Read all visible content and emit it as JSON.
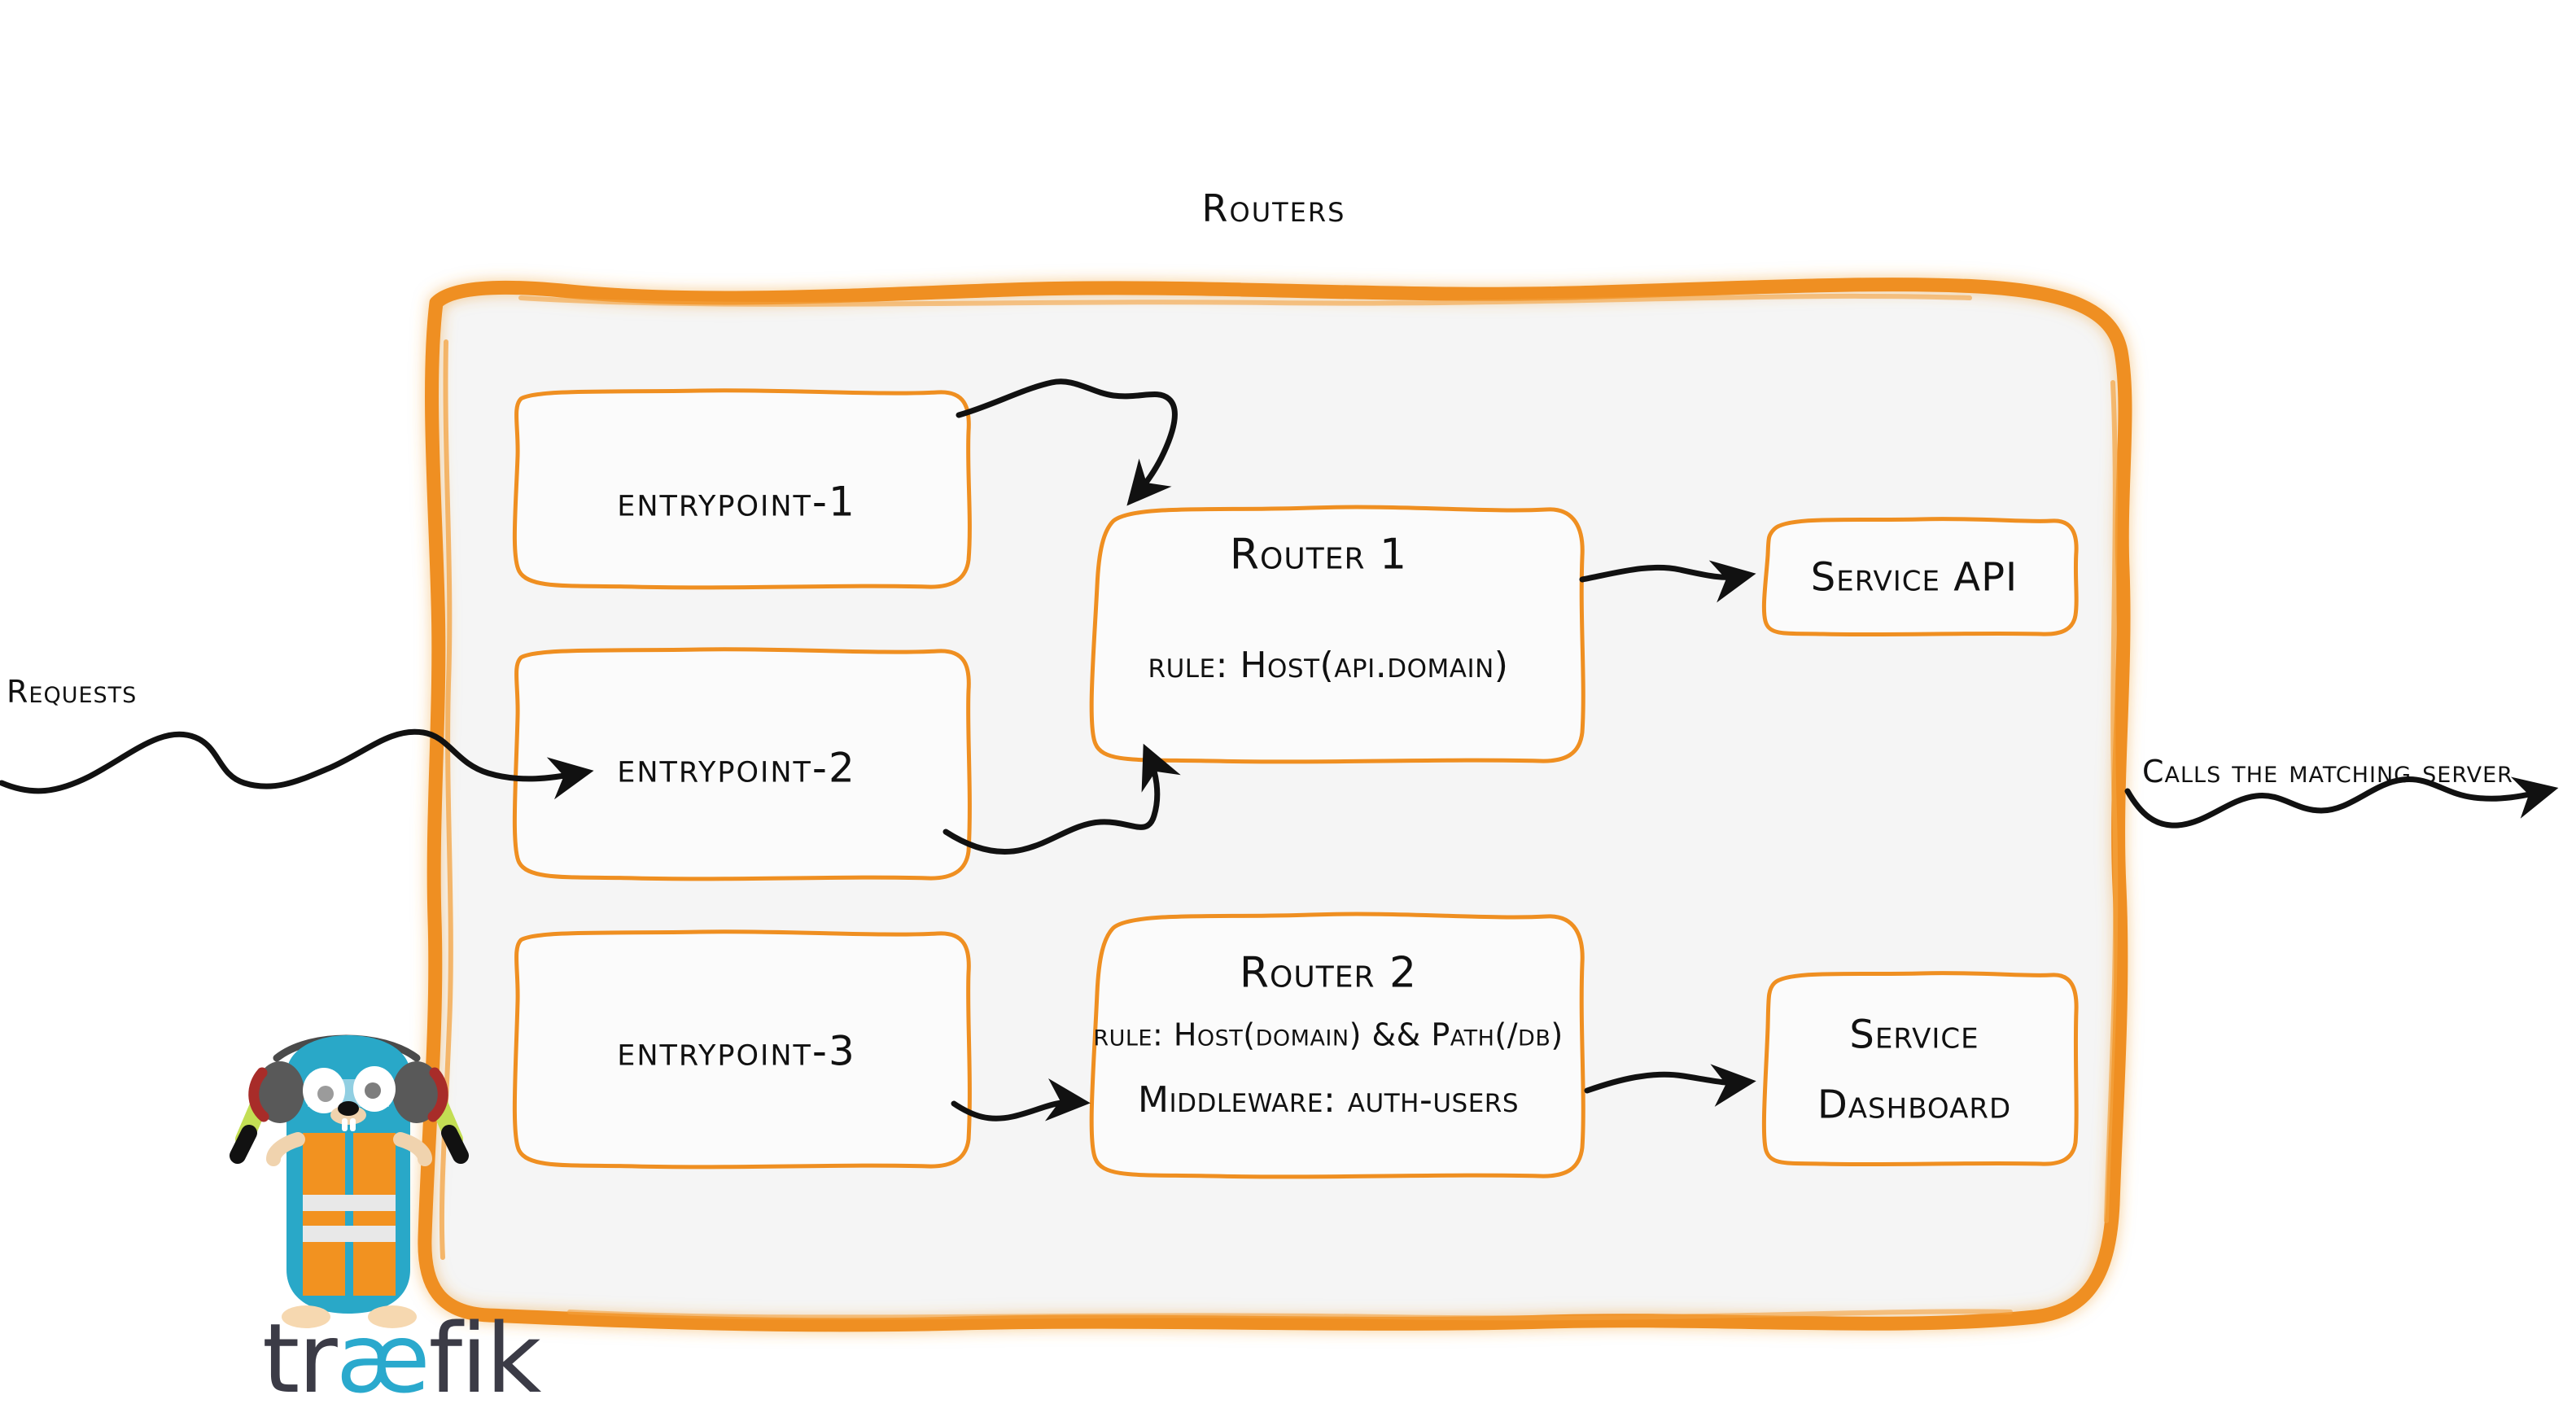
{
  "diagram": {
    "title": "Routers",
    "container_fill": "#f5f5f5",
    "accent_color": "#ef8f21",
    "ink_color": "#111111"
  },
  "entrypoints": [
    {
      "label": "entrypoint-1"
    },
    {
      "label": "entrypoint-2"
    },
    {
      "label": "entrypoint-3"
    }
  ],
  "routers": [
    {
      "name": "Router 1",
      "rule": "rule: Host(api.domain)",
      "middleware": ""
    },
    {
      "name": "Router 2",
      "rule": "rule: Host(domain) && Path(/db)",
      "middleware": "Middleware: auth-users"
    }
  ],
  "services": [
    {
      "line1": "Service API",
      "line2": ""
    },
    {
      "line1": "Service",
      "line2": "Dashboard"
    }
  ],
  "edges": {
    "requests_label": "Requests",
    "outgoing_label": "Calls the matching server"
  },
  "brand": {
    "wordmark_prefix": "tr",
    "wordmark_ligature": "æ",
    "wordmark_suffix": "fik",
    "body_color": "#29a8c8",
    "vest_color": "#f29220",
    "wand_color": "#c3de54",
    "muff_color": "#595959",
    "muff_accent": "#a82c29",
    "skin_color": "#f6d8b0",
    "wordmark_color": "#3b3b46",
    "wordmark_accent": "#2aa9cd"
  }
}
